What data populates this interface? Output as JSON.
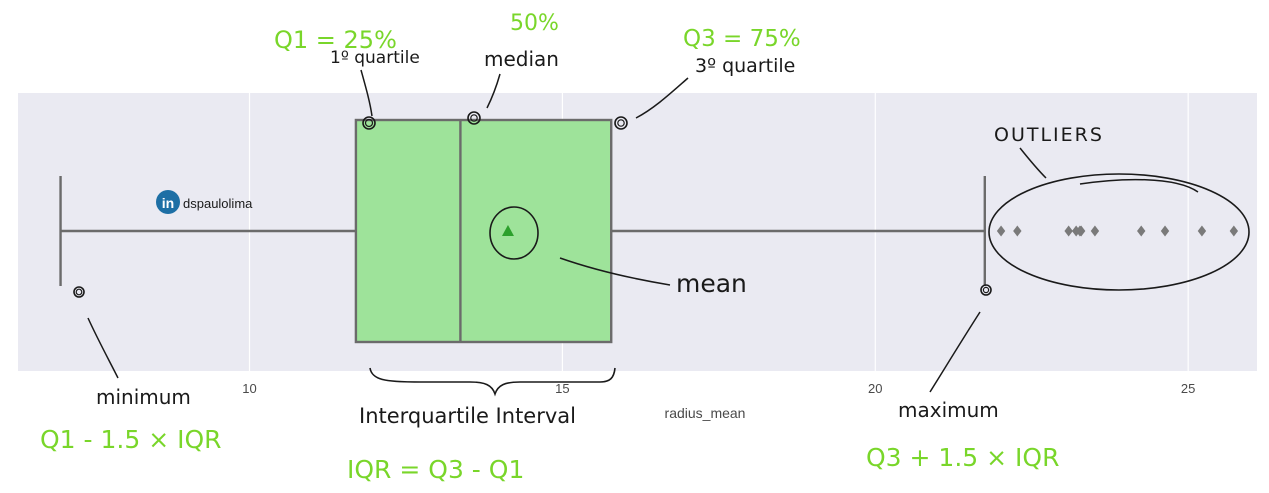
{
  "chart_data": {
    "type": "box",
    "xlabel": "radius_mean",
    "xlim": [
      6.3,
      26.1
    ],
    "x_ticks": [
      10,
      15,
      20,
      25
    ],
    "grid": true,
    "orientation": "horizontal",
    "box": {
      "whisker_low": 6.98,
      "q1": 11.7,
      "median": 13.37,
      "q3": 15.78,
      "whisker_high": 21.75,
      "mean": 14.13
    },
    "outliers": [
      22.01,
      22.27,
      23.09,
      23.21,
      23.27,
      23.29,
      23.51,
      24.25,
      24.63,
      25.22,
      25.73
    ],
    "colors": {
      "plot_bg": "#eaeaf2",
      "box_fill": "#9ee39a",
      "box_edge": "#6b6b6b",
      "mean_marker": "#2ca02c",
      "annotation_green": "#79d62a",
      "annotation_black": "#1a1a1a"
    }
  },
  "watermark": {
    "logo_text": "in",
    "handle": "dspaulolima"
  },
  "annotations": {
    "q1_formula": "Q1 = 25%",
    "q1_label": "1º quartile",
    "median_pct": "50%",
    "median_label": "median",
    "q3_formula": "Q3 = 75%",
    "q3_label": "3º quartile",
    "outliers_label": "OUTLIERS",
    "mean_label": "mean",
    "minimum_label": "minimum",
    "minimum_formula": "Q1 - 1.5 × IQR",
    "iqr_label": "Interquartile Interval",
    "iqr_formula": "IQR = Q3 - Q1",
    "maximum_label": "maximum",
    "maximum_formula": "Q3 + 1.5 × IQR"
  }
}
